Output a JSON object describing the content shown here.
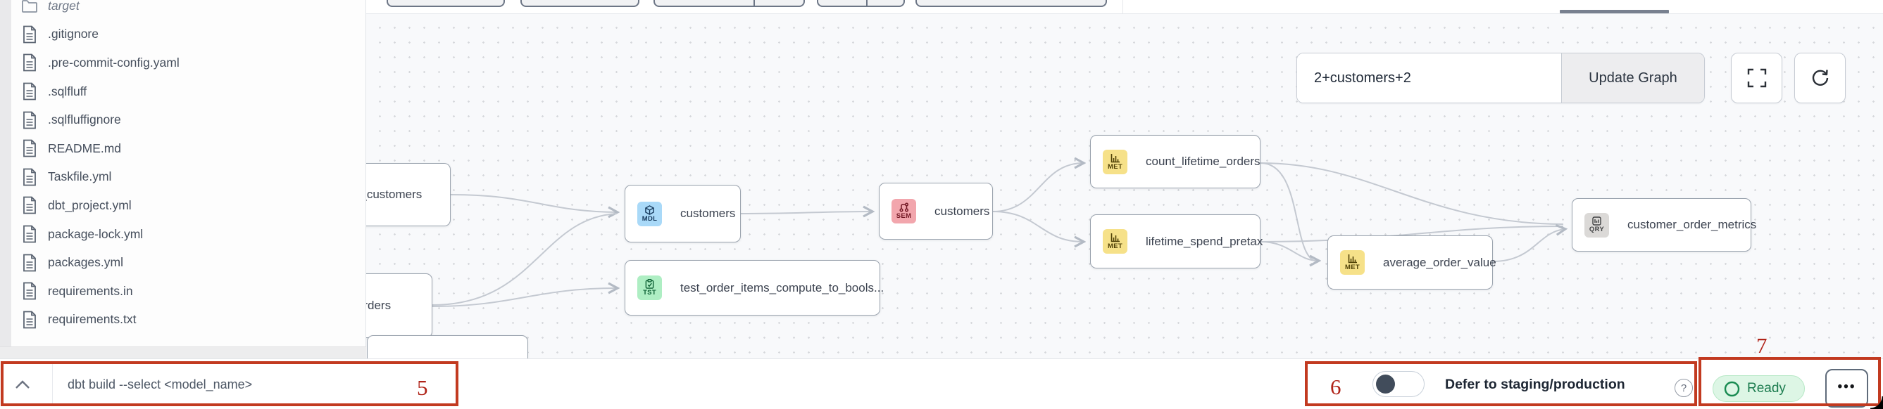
{
  "accent_colors": {
    "annotation_red": "#c23a20",
    "status_green": "#1c7c4f",
    "edge_gray": "#c4c9d1"
  },
  "sidebar": {
    "folder_label": "target",
    "files": [
      ".gitignore",
      ".pre-commit-config.yaml",
      ".sqlfluff",
      ".sqlfluffignore",
      "README.md",
      "Taskfile.yml",
      "dbt_project.yml",
      "package-lock.yml",
      "packages.yml",
      "requirements.in",
      "requirements.txt"
    ]
  },
  "graph": {
    "controls": {
      "selector_value": "2+customers+2",
      "update_label": "Update Graph"
    },
    "nodes": [
      {
        "label": "stg_customers",
        "badge": ""
      },
      {
        "label": "orders",
        "badge": ""
      },
      {
        "label": "customers",
        "badge": "MDL"
      },
      {
        "label": "test_order_items_compute_to_bools...",
        "badge": "TST"
      },
      {
        "label": "customers",
        "badge": "SEM"
      },
      {
        "label": "count_lifetime_orders",
        "badge": "MET"
      },
      {
        "label": "lifetime_spend_pretax",
        "badge": "MET"
      },
      {
        "label": "average_order_value",
        "badge": "MET"
      },
      {
        "label": "customer_order_metrics",
        "badge": "QRY"
      }
    ]
  },
  "bottom_bar": {
    "command": "dbt build --select <model_name>",
    "defer_label": "Defer to staging/production",
    "help_glyph": "?",
    "status_label": "Ready",
    "menu_glyph": "•••"
  },
  "annotations": {
    "n5": "5",
    "n6": "6",
    "n7": "7"
  }
}
